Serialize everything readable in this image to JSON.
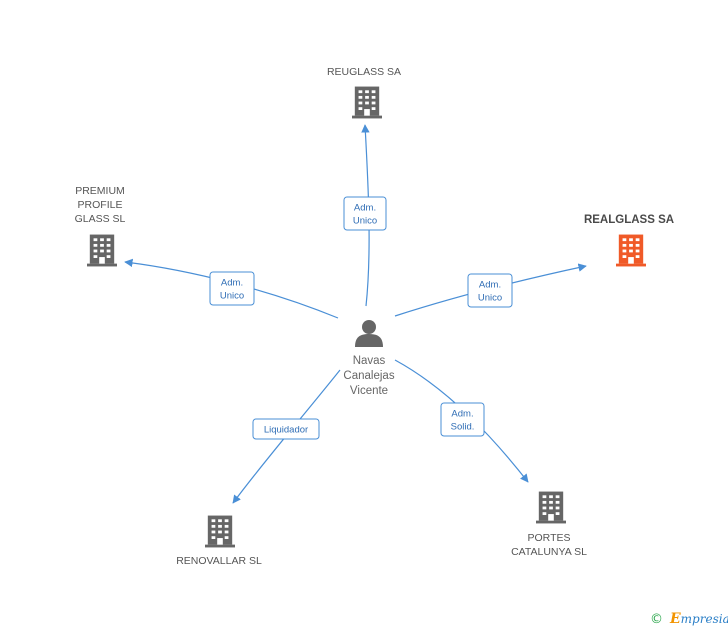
{
  "person": {
    "lines": [
      "Navas",
      "Canalejas",
      "Vicente"
    ],
    "icon": "person-icon",
    "color": "#666666"
  },
  "companies": [
    {
      "id": "reuglass",
      "lines": [
        "REUGLASS SA"
      ],
      "icon": "building-icon",
      "color": "#666666",
      "highlight": false
    },
    {
      "id": "premium",
      "lines": [
        "PREMIUM",
        "PROFILE",
        "GLASS SL"
      ],
      "icon": "building-icon",
      "color": "#666666",
      "highlight": false
    },
    {
      "id": "realglass",
      "lines": [
        "REALGLASS SA"
      ],
      "icon": "building-icon",
      "color": "#f05a28",
      "highlight": true
    },
    {
      "id": "renovallar",
      "lines": [
        "RENOVALLAR SL"
      ],
      "icon": "building-icon",
      "color": "#666666",
      "highlight": false
    },
    {
      "id": "portes",
      "lines": [
        "PORTES",
        "CATALUNYA SL"
      ],
      "icon": "building-icon",
      "color": "#666666",
      "highlight": false
    }
  ],
  "relations": [
    {
      "to": "reuglass",
      "label": [
        "Adm.",
        "Unico"
      ]
    },
    {
      "to": "premium",
      "label": [
        "Adm.",
        "Unico"
      ]
    },
    {
      "to": "realglass",
      "label": [
        "Adm.",
        "Unico"
      ]
    },
    {
      "to": "renovallar",
      "label": [
        "Liquidador"
      ]
    },
    {
      "to": "portes",
      "label": [
        "Adm.",
        "Solid."
      ]
    }
  ],
  "footer": {
    "copyright": "©",
    "brand_initial": "E",
    "brand_rest": "mpresia"
  },
  "colors": {
    "edge": "#4a8fd6",
    "edge_text": "#2f6db5",
    "accent": "#f05a28"
  }
}
